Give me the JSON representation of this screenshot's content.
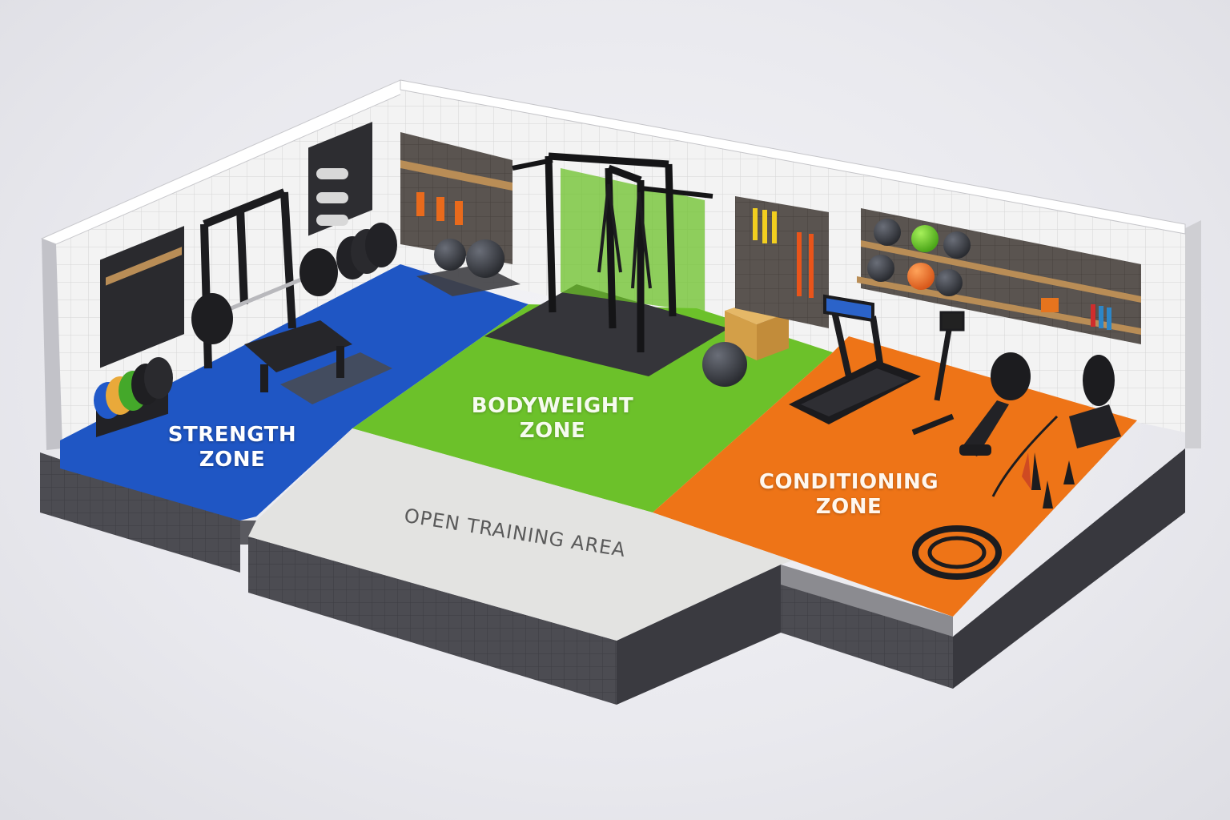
{
  "diagram": {
    "type": "isometric-floor-plan",
    "subject": "home gym layout",
    "zones": [
      {
        "id": "strength",
        "label_line1": "STRENGTH",
        "label_line2": "ZONE",
        "floor_color": "#1f56c4",
        "equipment": [
          "squat-rack",
          "barbell",
          "weight-plates",
          "flat-bench",
          "plate-storage-rack",
          "wall-storage-panel",
          "barbell-wall-holder"
        ]
      },
      {
        "id": "bodyweight",
        "label_line1": "BODYWEIGHT",
        "label_line2": "ZONE",
        "floor_color": "#6cc12a",
        "equipment": [
          "power-rack-pull-up-station",
          "suspension-trainer",
          "rubber-mat",
          "plyo-box",
          "slam-ball",
          "band-pegboard",
          "medicine-balls"
        ]
      },
      {
        "id": "conditioning",
        "label_line1": "CONDITIONING",
        "label_line2": "ZONE",
        "floor_color": "#ee7417",
        "equipment": [
          "treadmill",
          "exercise-bike",
          "rowing-machine",
          "air-bike",
          "agility-cones",
          "jump-rope",
          "battle-rope-coil",
          "ball-shelf"
        ]
      },
      {
        "id": "open",
        "label": "OPEN TRAINING AREA",
        "floor_color": "#e3e3e1"
      }
    ],
    "wall_color": "#f2f2f2",
    "wall_tile_line": "#d8d8d8",
    "base_color": "#4a4a4f"
  }
}
